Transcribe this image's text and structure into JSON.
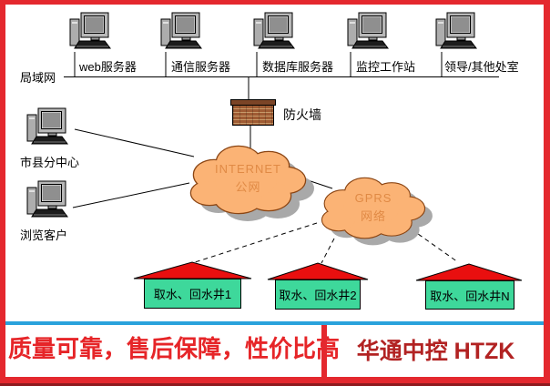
{
  "lan": {
    "label": "局域网",
    "servers": [
      {
        "label": "web服务器"
      },
      {
        "label": "通信服务器"
      },
      {
        "label": "数据库服务器"
      },
      {
        "label": "监控工作站"
      },
      {
        "label": "领导/其他处室"
      }
    ]
  },
  "firewall": {
    "label": "防火墙"
  },
  "internet_cloud": {
    "line1": "INTERNET",
    "line2": "公网"
  },
  "gprs_cloud": {
    "line1": "GPRS",
    "line2": "网络"
  },
  "left_clients": [
    {
      "label": "市县分中心"
    },
    {
      "label": "浏览客户"
    }
  ],
  "wells": [
    {
      "label": "取水、回水井1"
    },
    {
      "label": "取水、回水井2"
    },
    {
      "label": "取水、回水井N"
    }
  ],
  "banner": {
    "slogan": "质量可靠，售后保障，性价比高",
    "brand": "华通中控  HTZK"
  },
  "colors": {
    "frame_red": "#E4282E",
    "banner_blue_line": "#2AA2DC",
    "slogan_red": "#E62528",
    "brand_red": "#B22222",
    "cloud_fill": "#FBB375",
    "cloud_outline": "#8B4513",
    "cloud_shadow": "#A9A9A9",
    "cloud_text": "#E08A45",
    "house_green": "#3ED89B",
    "roof_red": "#E90F0F",
    "brick_brown": "#9F5B33"
  }
}
